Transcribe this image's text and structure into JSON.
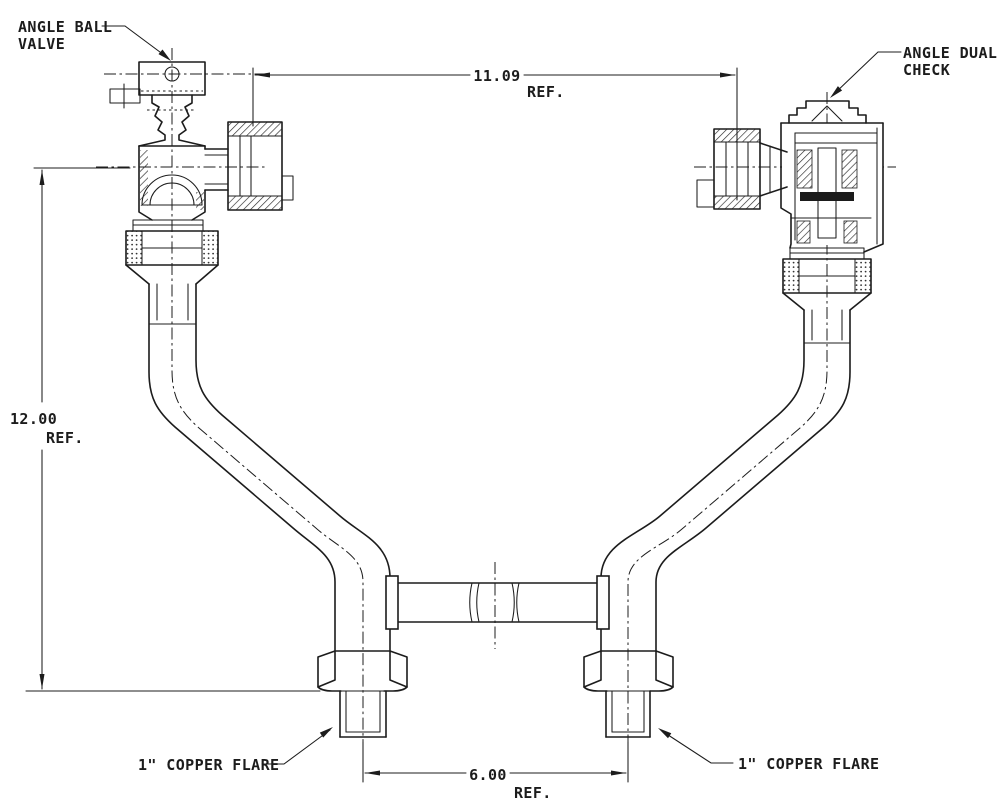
{
  "drawing": {
    "background": "#ffffff",
    "line_color": "#1c1c1c",
    "type": "technical section drawing - water meter setter"
  },
  "callouts": {
    "angle_ball_valve": {
      "line1": "ANGLE BALL",
      "line2": "VALVE"
    },
    "angle_dual_check": {
      "line1": "ANGLE DUAL",
      "line2": "CHECK"
    },
    "copper_flare_left": "1\" COPPER FLARE",
    "copper_flare_right": "1\" COPPER FLARE"
  },
  "dimensions": {
    "meter_spread": {
      "value": "11.09",
      "ref": "REF."
    },
    "riser_height": {
      "value": "12.00",
      "ref": "REF."
    },
    "inlet_spacing": {
      "value": "6.00",
      "ref": "REF."
    }
  }
}
